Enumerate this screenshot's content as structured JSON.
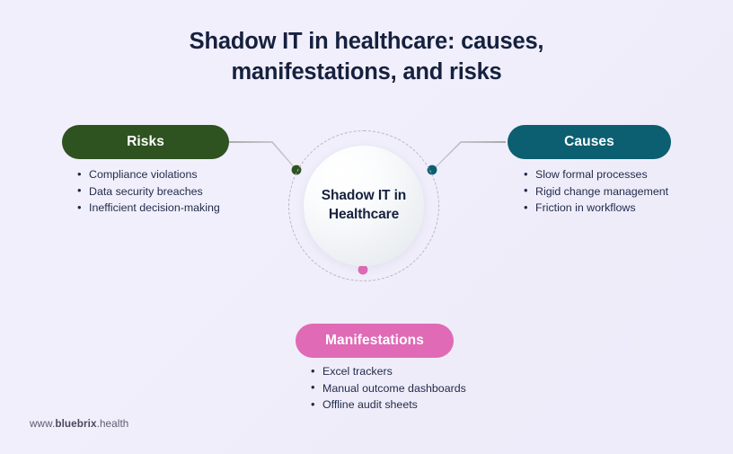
{
  "title": "Shadow IT in healthcare: causes, manifestations, and risks",
  "center": {
    "label_line1": "Shadow IT in",
    "label_line2": "Healthcare"
  },
  "branches": {
    "risks": {
      "label": "Risks",
      "color": "#2e5220",
      "items": [
        "Compliance violations",
        "Data security breaches",
        "Inefficient decision-making"
      ]
    },
    "causes": {
      "label": "Causes",
      "color": "#0b5f70",
      "items": [
        "Slow formal processes",
        "Rigid change management",
        "Friction in workflows"
      ]
    },
    "manifestations": {
      "label": "Manifestations",
      "color": "#e06ab6",
      "items": [
        "Excel trackers",
        "Manual outcome dashboards",
        "Offline audit sheets"
      ]
    }
  },
  "footer": {
    "prefix": "www.",
    "brand": "bluebrix",
    "suffix": ".health"
  },
  "colors": {
    "background": "#efecfa",
    "title_text": "#16213e",
    "body_text": "#1e2a4a",
    "connector_line": "#9a9a9a",
    "ring_dash": "#b9b4c9"
  }
}
